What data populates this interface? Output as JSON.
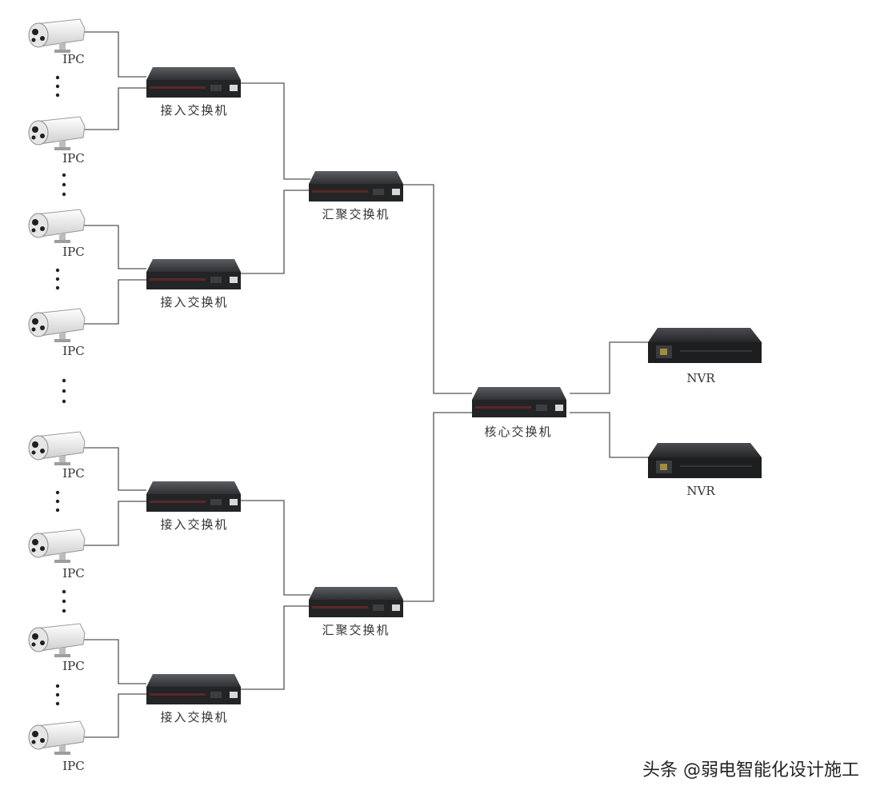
{
  "labels": {
    "ipc": "IPC",
    "access_switch": "接入交换机",
    "aggregation_switch": "汇聚交换机",
    "core_switch": "核心交换机",
    "nvr": "NVR"
  },
  "watermark": "头条 @弱电智能化设计施工",
  "colors": {
    "wire": "#555555",
    "device_body": "#2f3134",
    "device_front": "#1c1d1f",
    "camera_body": "#f0f0f0",
    "text": "#333333"
  }
}
